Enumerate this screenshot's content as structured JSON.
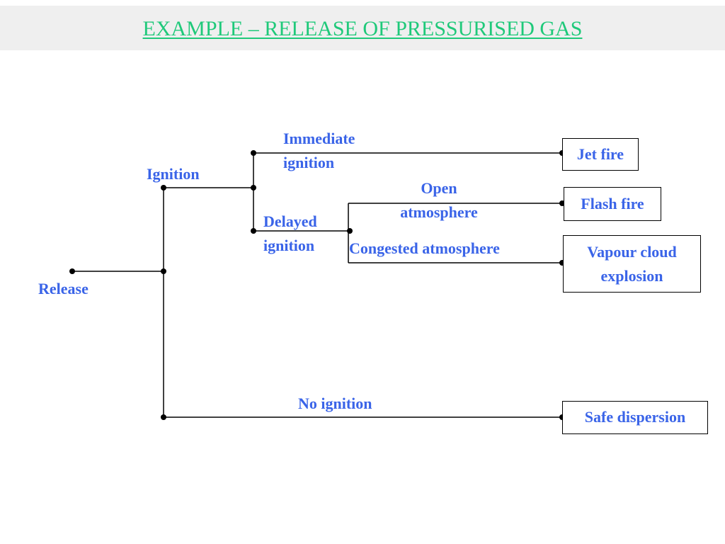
{
  "title": "EXAMPLE – RELEASE OF PRESSURISED GAS",
  "colors": {
    "title": "#1fc97a",
    "labels": "#3a64e8",
    "lines": "#000000",
    "title_bar": "#efefef"
  },
  "branches": {
    "release": "Release",
    "ignition": "Ignition",
    "no_ignition": "No ignition",
    "immediate_ignition_1": "Immediate",
    "immediate_ignition_2": "ignition",
    "delayed_ignition_1": "Delayed",
    "delayed_ignition_2": "ignition",
    "open_atmosphere_1": "Open",
    "open_atmosphere_2": "atmosphere",
    "congested_atmosphere": "Congested atmosphere"
  },
  "outcomes": {
    "jet_fire": "Jet fire",
    "flash_fire": "Flash fire",
    "vapour_cloud_explosion_1": "Vapour cloud",
    "vapour_cloud_explosion_2": "explosion",
    "safe_dispersion": "Safe dispersion"
  }
}
